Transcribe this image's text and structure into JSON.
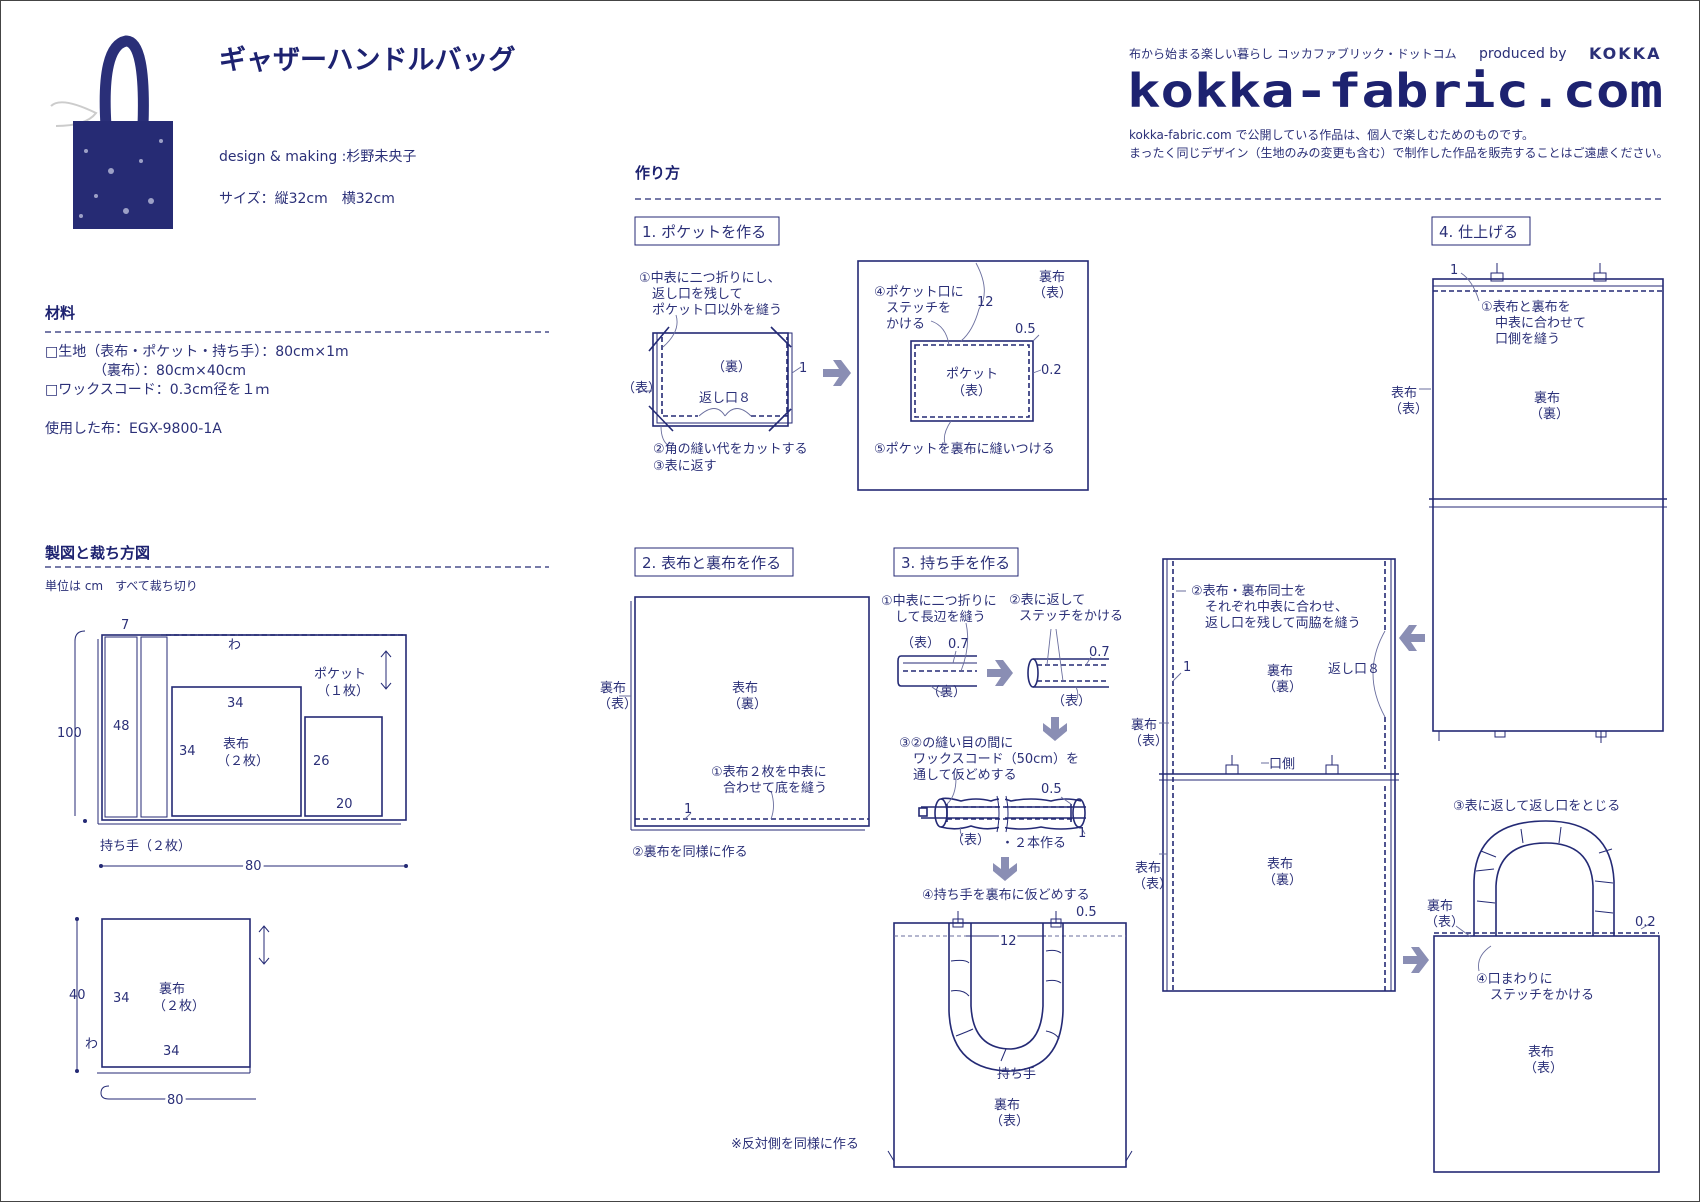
{
  "title": "ギャザーハンドルバッグ",
  "designer": "design & making :杉野未央子",
  "size": "サイズ：縦32cm　横32cm",
  "site": {
    "tagline": "布から始まる楽しい暮らし コッカファブリック・ドットコム",
    "produced_by": "produced by",
    "brand": "KOKKA",
    "logo": "kokka-fabric.com",
    "notice1": "kokka-fabric.com で公開している作品は、個人で楽しむためのものです。",
    "notice2": "まったく同じデザイン（生地のみの変更も含む）で制作した作品を販売することはご遠慮ください。"
  },
  "materials": {
    "heading": "材料",
    "lines": [
      "□生地（表布・ポケット・持ち手）：80cm×1m",
      "（裏布）：80cm×40cm",
      "□ワックスコード：0.3cm径を１ｍ"
    ],
    "fabric_used": "使用した布：EGX-9800-1A"
  },
  "cutting": {
    "heading": "製図と裁ち方図",
    "note": "単位は cm　すべて裁ち切り",
    "d1": {
      "w7": "7",
      "fold": "わ",
      "pocket1": "ポケット",
      "pocket2": "（１枚）",
      "w34": "34",
      "h34": "34",
      "omote1": "表布",
      "omote2": "（２枚）",
      "h26": "26",
      "w20": "20",
      "h100": "100",
      "h48": "48",
      "handle": "持ち手（２枚）",
      "w80": "80"
    },
    "d2": {
      "h40": "40",
      "h34": "34",
      "ura1": "裏布",
      "ura2": "（２枚）",
      "fold": "わ",
      "w34": "34",
      "w80": "80"
    }
  },
  "howto": {
    "heading": "作り方",
    "step1": {
      "label": "1. ポケットを作る",
      "n1": [
        "①中表に二つ折りにし、",
        "返し口を残して",
        "ポケット口以外を縫う"
      ],
      "ura": "（裏）",
      "omote": "（表）",
      "opening": "返し口８",
      "m1": "1",
      "n2": "②角の縫い代をカットする",
      "n3": "③表に返す",
      "n4": [
        "④ポケット口に",
        "ステッチを",
        "かける"
      ],
      "m12": "12",
      "m05": "0.5",
      "m02": "0.2",
      "lining1": "裏布",
      "lining2": "（表）",
      "pocket1": "ポケット",
      "pocket2": "（表）",
      "n5": "⑤ポケットを裏布に縫いつける"
    },
    "step2": {
      "label": "2. 表布と裏布を作る",
      "side1": "裏布",
      "side2": "（表）",
      "center1": "表布",
      "center2": "（裏）",
      "n1": [
        "①表布２枚を中表に",
        "合わせて底を縫う"
      ],
      "m1": "1",
      "n2": "②裏布を同様に作る"
    },
    "step3": {
      "label": "3. 持ち手を作る",
      "n1": [
        "①中表に二つ折りに",
        "して長辺を縫う"
      ],
      "omote": "（表）",
      "ura": "（裏）",
      "m07": "0.7",
      "n2": [
        "②表に返して",
        "ステッチをかける"
      ],
      "omote2": "（表）",
      "m07b": "0.7",
      "n3": [
        "③②の縫い目の間に",
        "ワックスコード（50cm）を",
        "通して仮どめする"
      ],
      "m05": "0.5",
      "omote3": "（表）",
      "make2": "・２本作る",
      "m1": "1",
      "n4": "④持ち手を裏布に仮どめする",
      "m05b": "0.5",
      "m12": "12",
      "handle": "持ち手",
      "lining1": "裏布",
      "lining2": "（表）",
      "note": "※反対側を同様に作る"
    },
    "step_mid": {
      "n2": [
        "②表布・裏布同士を",
        "それぞれ中表に合わせ、",
        "返し口を残して両脇を縫う"
      ],
      "m1": "1",
      "lining1": "裏布",
      "lining2": "（裏）",
      "opening": "返し口８",
      "side1": "裏布",
      "side2": "（表）",
      "mouth": "口側",
      "side3": "表布",
      "side4": "（表）",
      "outer1": "表布",
      "outer2": "（裏）"
    },
    "step4": {
      "label": "4. 仕上げる",
      "m1": "1",
      "n1": [
        "①表布と裏布を",
        "中表に合わせて",
        "口側を縫う"
      ],
      "side1": "表布",
      "side2": "（表）",
      "lining1": "裏布",
      "lining2": "（裏）",
      "n3": "③表に返して返し口をとじる",
      "lining3": "裏布",
      "lining4": "（表）",
      "m02": "0.2",
      "n4": [
        "④口まわりに",
        "ステッチをかける"
      ],
      "outer1": "表布",
      "outer2": "（表）"
    }
  },
  "colors": {
    "navy": "#1d2270",
    "arrow": "#8a8eb4"
  }
}
